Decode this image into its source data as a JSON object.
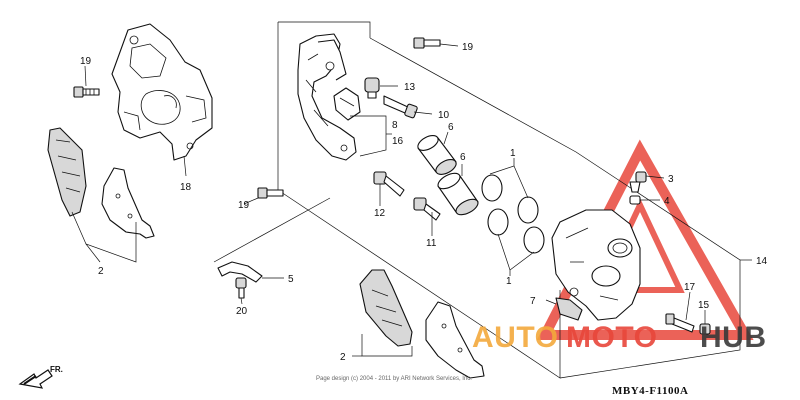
{
  "diagram": {
    "code": "MBY4-F1100A",
    "copyright": "Page design (c) 2004 - 2011 by ARI Network Services, Inc.",
    "front_arrow_label": "FR.",
    "watermark": {
      "text_auto": "AUTO",
      "text_moto": "MOTO",
      "text_hub": "HUB",
      "color_red": "#e8473b",
      "color_orange": "#f3a93c",
      "color_dark": "#3a3a3a"
    },
    "callouts": {
      "c1a": "1",
      "c1b": "1",
      "c2a": "2",
      "c2b": "2",
      "c3": "3",
      "c4": "4",
      "c5": "5",
      "c6a": "6",
      "c6b": "6",
      "c7": "7",
      "c8": "8",
      "c10": "10",
      "c11": "11",
      "c12": "12",
      "c13": "13",
      "c14": "14",
      "c15": "15",
      "c16": "16",
      "c17": "17",
      "c18": "18",
      "c19a": "19",
      "c19b": "19",
      "c19c": "19",
      "c20": "20"
    }
  }
}
